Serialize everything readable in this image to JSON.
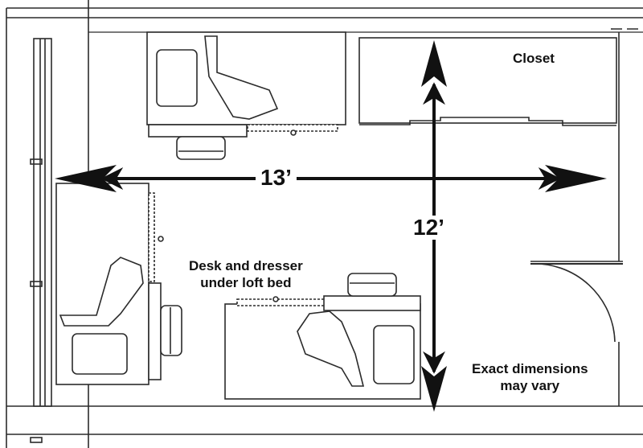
{
  "plan": {
    "width_label": "13’",
    "depth_label": "12’",
    "closet_label": "Closet",
    "desk_note_line1": "Desk and dresser",
    "desk_note_line2": "under loft bed",
    "exact_note_line1": "Exact dimensions",
    "exact_note_line2": "may vary"
  },
  "colors": {
    "line": "#2b2b2b",
    "fill": "#ffffff",
    "hatch": "#8a8a8a"
  }
}
